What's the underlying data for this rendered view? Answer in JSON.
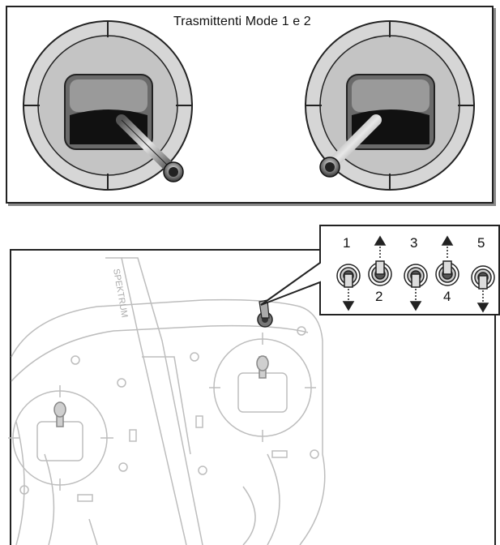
{
  "title": "Trasmittenti Mode 1 e 2",
  "brand_text": "SPEKTRUM",
  "switch_positions": {
    "p1": "1",
    "p2": "2",
    "p3": "3",
    "p4": "4",
    "p5": "5"
  },
  "colors": {
    "stroke": "#222222",
    "gimbal_outer": "#c8c8c8",
    "gimbal_inner": "#9a9a9a",
    "transmitter_line": "#bdbdbd"
  }
}
